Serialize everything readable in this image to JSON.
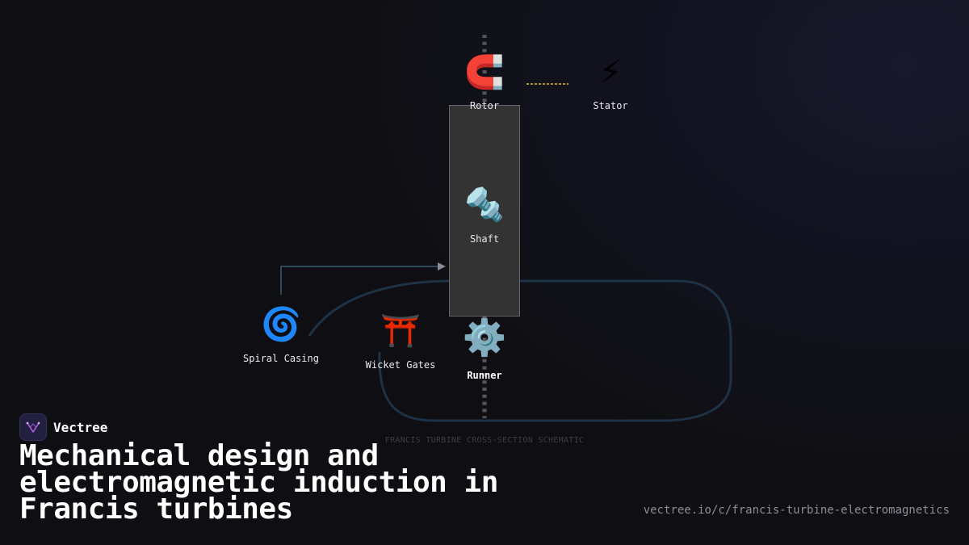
{
  "diagram": {
    "components": {
      "rotor": {
        "icon": "magnet-icon",
        "glyph": "🧲",
        "label": "Rotor"
      },
      "stator": {
        "icon": "lightning-icon",
        "glyph": "⚡",
        "label": "Stator"
      },
      "shaft": {
        "icon": "nut-and-bolt-icon",
        "glyph": "🔩",
        "label": "Shaft"
      },
      "spiral_casing": {
        "icon": "spiral-icon",
        "glyph": "🌀",
        "label": "Spiral Casing"
      },
      "wicket_gates": {
        "icon": "gate-icon",
        "glyph": "⛩️",
        "label": "Wicket Gates"
      },
      "runner": {
        "icon": "gear-icon",
        "glyph": "⚙️",
        "label": "Runner"
      }
    },
    "caption": "FRANCIS TURBINE CROSS-SECTION SCHEMATIC",
    "colors": {
      "flow_path": "#1e3246",
      "flow_arrow": "#3d5a75",
      "induction_link": "#e8b923",
      "shaft_body": "#333333",
      "shaft_border": "#666666"
    }
  },
  "brand": {
    "name": "Vectree",
    "logo_icon": "vectree-logo-icon",
    "accent": "#b35cf0"
  },
  "title": "Mechanical design and electromagnetic induction in Francis turbines",
  "url": "vectree.io/c/francis-turbine-electromagnetics"
}
